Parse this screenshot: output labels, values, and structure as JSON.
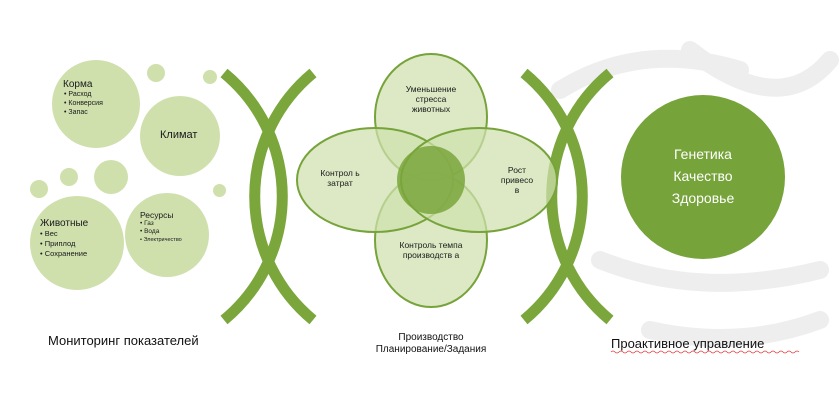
{
  "monitoring": {
    "feed": {
      "title": "Корма",
      "items": [
        "Расход",
        "Конверсия",
        "Запас"
      ]
    },
    "climate": {
      "title": "Климат"
    },
    "animals": {
      "title": "Животные",
      "items": [
        "Вес",
        "Приплод",
        "Сохранение"
      ]
    },
    "resources": {
      "title": "Ресурсы",
      "items": [
        "Газ",
        "Вода",
        "Электричество"
      ]
    },
    "caption": "Мониторинг показателей"
  },
  "production": {
    "petals": {
      "top": "Уменьшение стресса животных",
      "left": "Контрол ь затрат",
      "right": "Рост привесо в",
      "bottom": "Контроль темпа производств а"
    },
    "caption_line1": "Производство",
    "caption_line2": "Планирование/Задания"
  },
  "proactive": {
    "labels": [
      "Генетика",
      "Качество",
      "Здоровье"
    ],
    "caption": "Проактивное управление"
  },
  "colors": {
    "accent": "#7aa63c",
    "light": "#cfe0ad",
    "dark_fill": "#76a33a"
  }
}
